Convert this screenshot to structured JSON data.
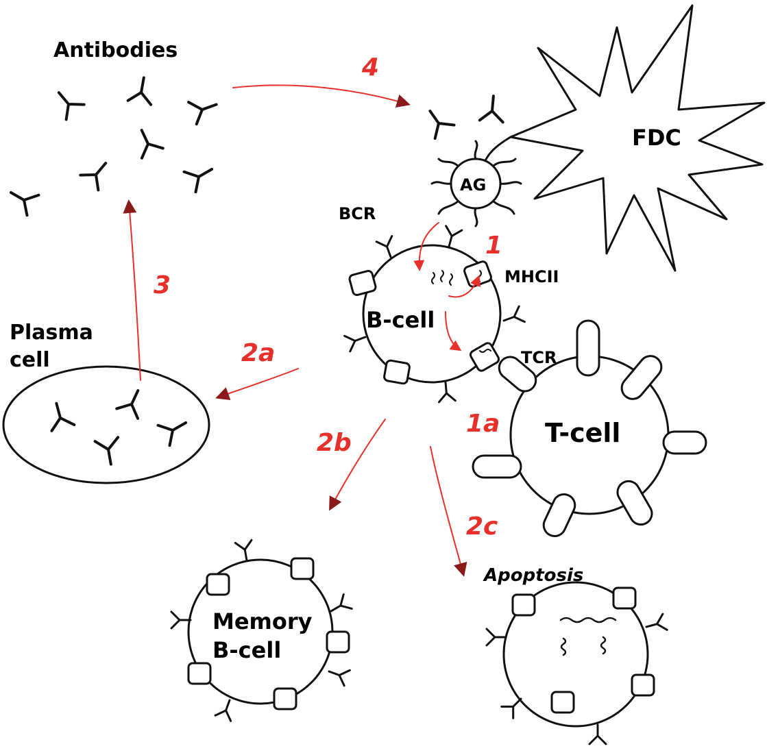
{
  "labels": {
    "antibodies": "Antibodies",
    "fdc": "FDC",
    "ag": "AG",
    "bcr": "BCR",
    "mhcii": "MHCII",
    "b_cell": "B-cell",
    "tcr": "TCR",
    "t_cell": "T-cell",
    "plasma_line1": "Plasma",
    "plasma_line2": "cell",
    "memory_line1": "Memory",
    "memory_line2": "B-cell",
    "apoptosis": "Apoptosis"
  },
  "steps": {
    "s1": "1",
    "s1a": "1a",
    "s2a": "2a",
    "s2b": "2b",
    "s2c": "2c",
    "s3": "3",
    "s4": "4"
  },
  "colors": {
    "ink": "#111111",
    "arrow": "#e8302b",
    "arrowhead": "#8b1a1a"
  }
}
